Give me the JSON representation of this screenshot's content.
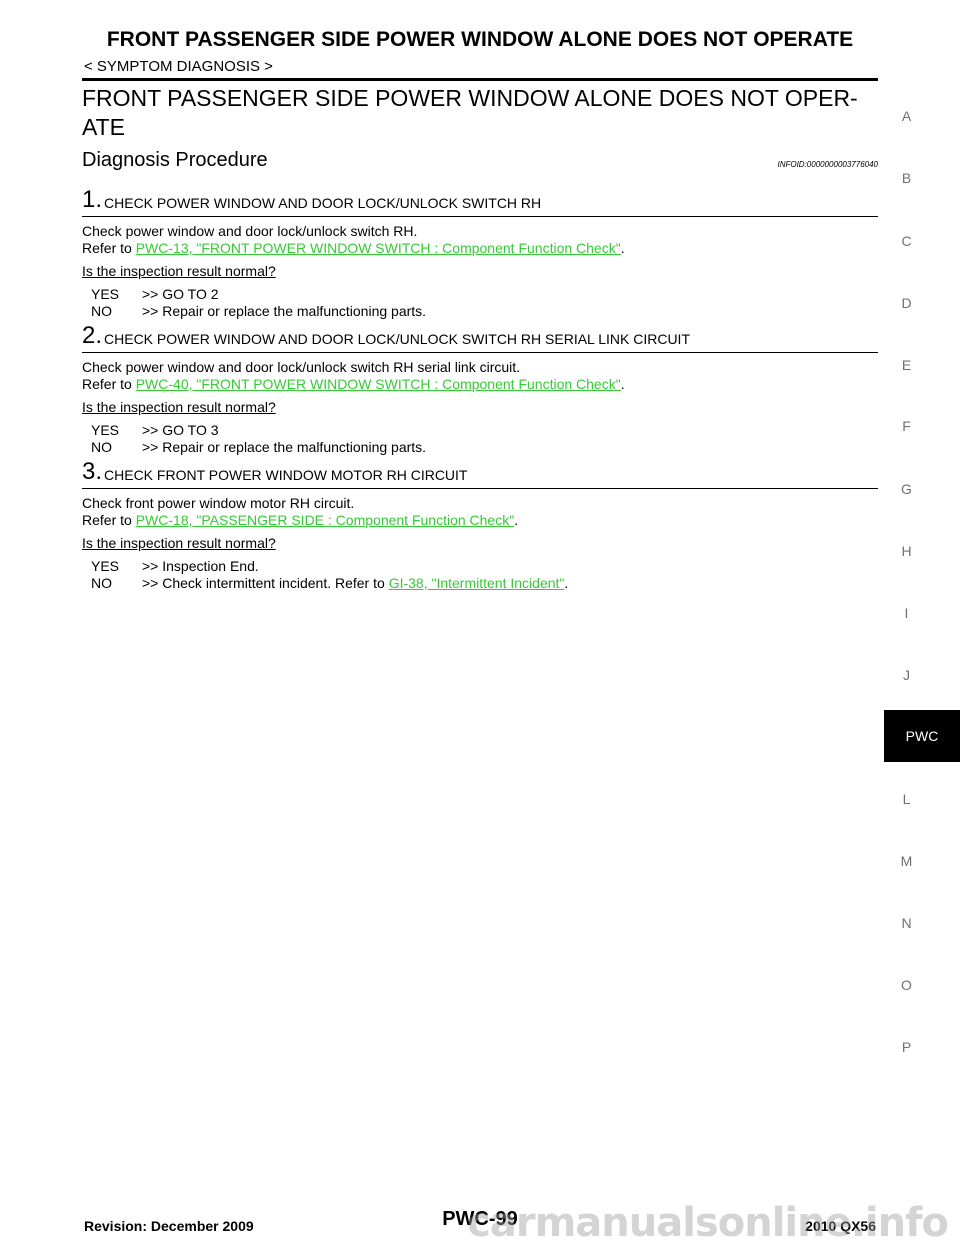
{
  "header": {
    "title": "FRONT PASSENGER SIDE POWER WINDOW ALONE DOES NOT OPERATE",
    "breadcrumb": "< SYMPTOM DIAGNOSIS >"
  },
  "main_title": "FRONT PASSENGER SIDE POWER WINDOW ALONE DOES NOT OPER-ATE",
  "main_title_line1": "FRONT PASSENGER SIDE POWER WINDOW ALONE DOES NOT OPER-",
  "main_title_line2": "ATE",
  "section": {
    "title": "Diagnosis Procedure",
    "infoid": "INFOID:0000000003776040"
  },
  "steps": [
    {
      "number": "1.",
      "title": "CHECK POWER WINDOW AND DOOR LOCK/UNLOCK SWITCH RH",
      "body": "Check power window and door lock/unlock switch RH.",
      "refer_prefix": "Refer to ",
      "link": "PWC-13, \"FRONT POWER WINDOW SWITCH : Component Function Check\"",
      "refer_suffix": ".",
      "question": "Is the inspection result normal?",
      "yes_key": "YES",
      "yes_text": ">> GO TO 2",
      "no_key": "NO",
      "no_text": ">> Repair or replace the malfunctioning parts."
    },
    {
      "number": "2.",
      "title": "CHECK POWER WINDOW AND DOOR LOCK/UNLOCK SWITCH RH SERIAL LINK CIRCUIT",
      "body": "Check power window and door lock/unlock switch RH serial link circuit.",
      "refer_prefix": "Refer to ",
      "link": "PWC-40, \"FRONT POWER WINDOW SWITCH : Component Function Check\"",
      "refer_suffix": ".",
      "question": "Is the inspection result normal?",
      "yes_key": "YES",
      "yes_text": ">> GO TO 3",
      "no_key": "NO",
      "no_text": ">> Repair or replace the malfunctioning parts."
    },
    {
      "number": "3.",
      "title": "CHECK FRONT POWER WINDOW MOTOR RH CIRCUIT",
      "body": "Check front power window motor RH circuit.",
      "refer_prefix": "Refer to ",
      "link": "PWC-18, \"PASSENGER SIDE : Component Function Check\"",
      "refer_suffix": ".",
      "question": "Is the inspection result normal?",
      "yes_key": "YES",
      "yes_text": ">> Inspection End.",
      "no_key": "NO",
      "no_text": ">> Check intermittent incident. Refer to ",
      "no_link": "GI-38, \"Intermittent Incident\"",
      "no_suffix": "."
    }
  ],
  "sidebar": {
    "letters": [
      "A",
      "B",
      "C",
      "D",
      "E",
      "F",
      "G",
      "H",
      "I",
      "J",
      "L",
      "M",
      "N",
      "O",
      "P"
    ],
    "active_tab": "PWC"
  },
  "footer": {
    "revision": "Revision: December 2009",
    "page": "PWC-99",
    "model": "2010 QX56"
  },
  "watermark": "carmanualsonline.info",
  "colors": {
    "link": "#33cc33",
    "tab_bg": "#000000",
    "tab_fg": "#ffffff"
  }
}
